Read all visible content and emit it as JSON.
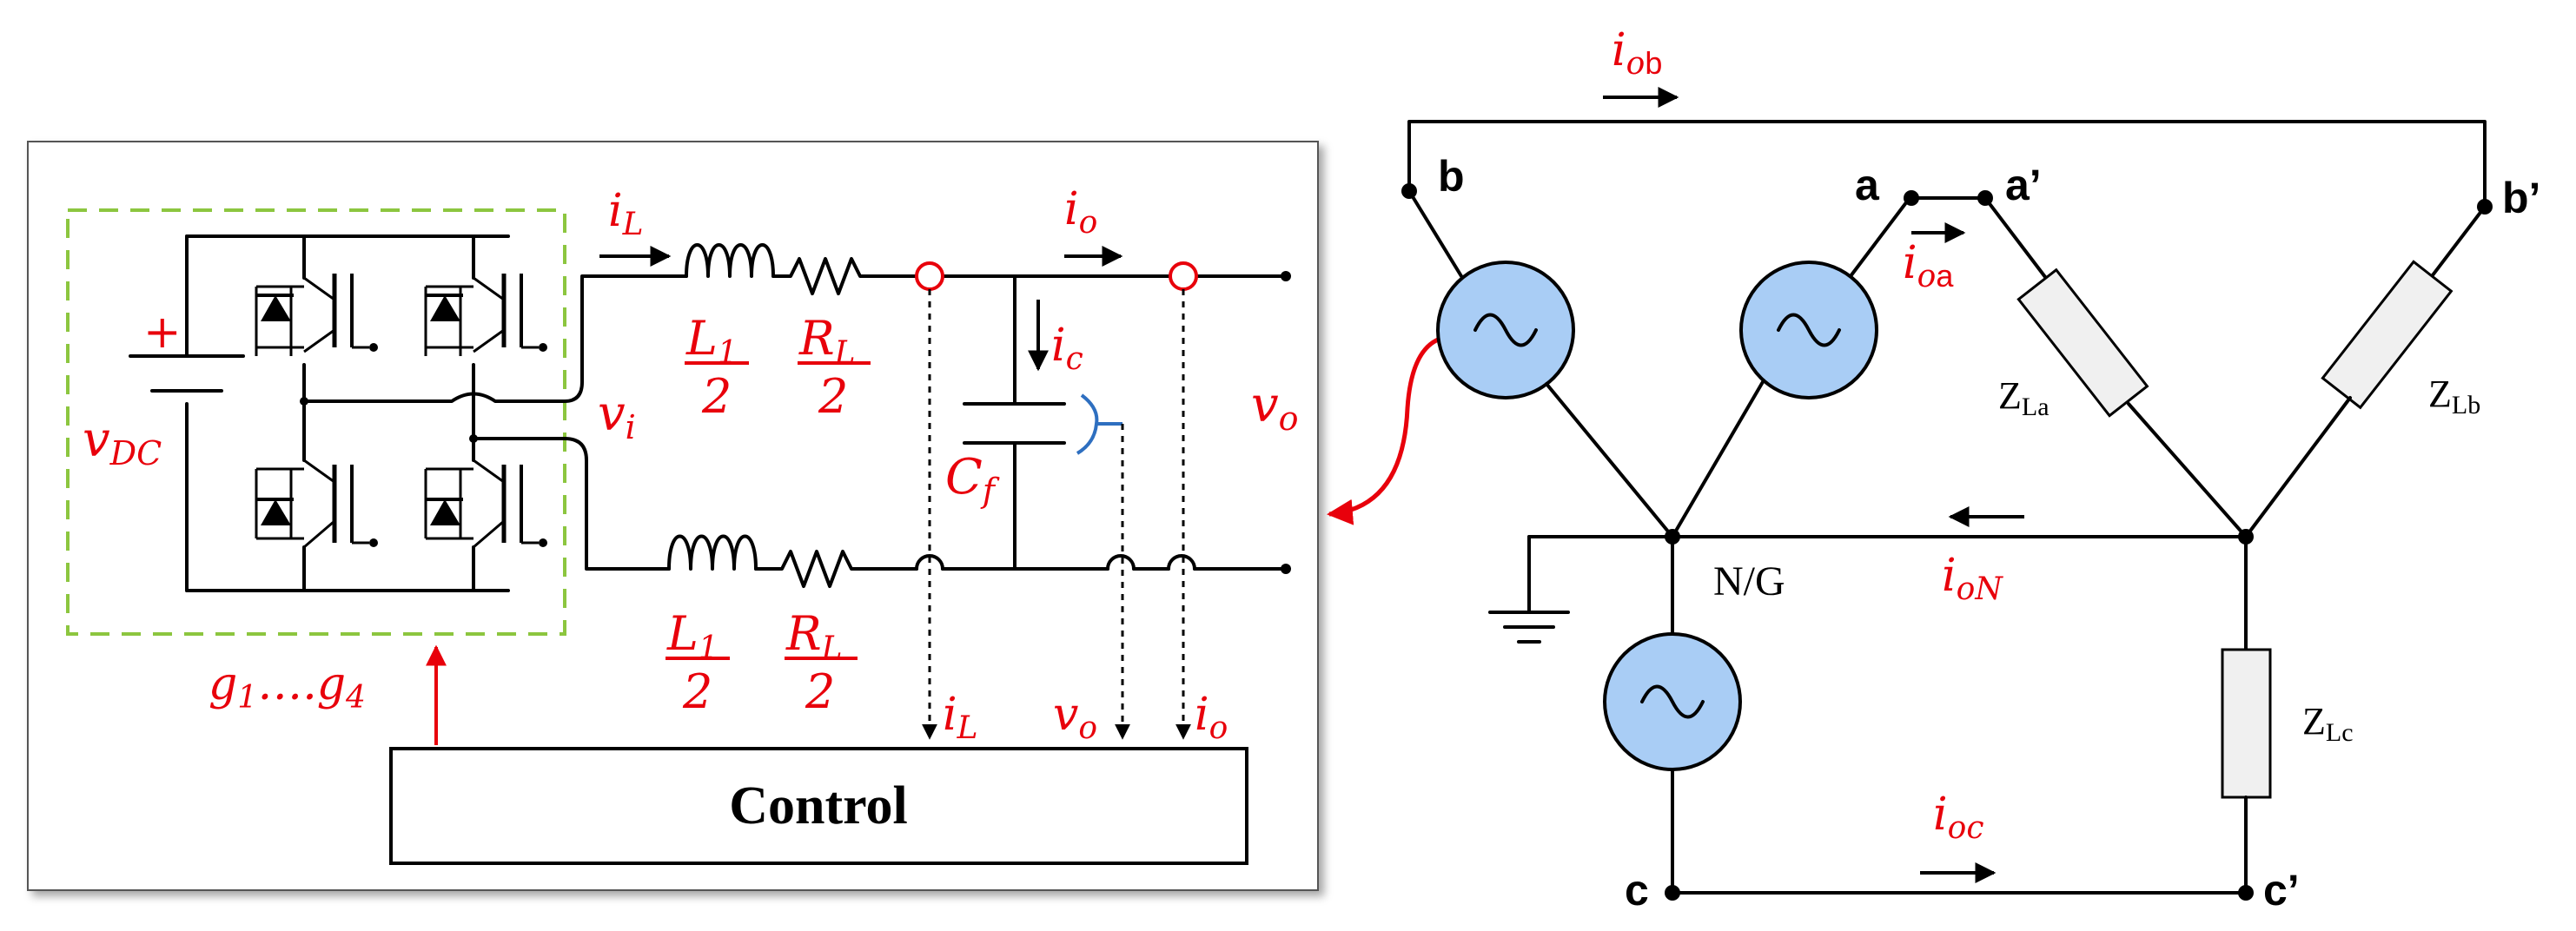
{
  "colors": {
    "wire": "#000000",
    "label_red": "#e8000b",
    "source_fill": "#a9cdf5",
    "impedance_fill": "#f0f0f0",
    "dashed_box": "#8cc63f",
    "bracket": "#2e6fc0"
  },
  "inverter": {
    "vdc_plus": "+",
    "vdc_label": "v",
    "vdc_sub": "DC",
    "vi_label": "v",
    "vi_sub": "i",
    "gates_label": "g",
    "gates_sub1": "1",
    "gates_dots": "….",
    "gates_main2": "g",
    "gates_sub2": "4"
  },
  "filter": {
    "iL_main": "i",
    "iL_sub": "L",
    "io_main": "i",
    "io_sub": "o",
    "ic_main": "i",
    "ic_sub": "c",
    "L1_top": "L",
    "L1_top_sub": "1",
    "L1_bottom": "2",
    "RL_top": "R",
    "RL_top_sub": "L",
    "RL_bottom": "2",
    "L1b_top": "L",
    "L1b_top_sub": "1",
    "L1b_bottom": "2",
    "RLb_top": "R",
    "RLb_top_sub": "L",
    "RLb_bottom": "2",
    "cf_main": "C",
    "cf_sub": "f",
    "vo_main": "v",
    "vo_sub": "o"
  },
  "measurements": {
    "iL_main": "i",
    "iL_sub": "L",
    "vo_main": "v",
    "vo_sub": "o",
    "io_main": "i",
    "io_sub": "o"
  },
  "control": {
    "label": "Control"
  },
  "grid": {
    "node_b": "b",
    "node_a": "a",
    "node_a_prime": "a’",
    "node_b_prime": "b’",
    "node_c": "c",
    "node_c_prime": "c’",
    "neutral": "N/G",
    "iob_main": "i",
    "iob_sub": "o",
    "iob_sub2": "b",
    "ioa_main": "i",
    "ioa_sub": "o",
    "ioa_sub2": "a",
    "ioN_main": "i",
    "ioN_sub": "oN",
    "ioc_main": "i",
    "ioc_sub": "oc",
    "zla_main": "Z",
    "zla_sub": "La",
    "zlb_main": "Z",
    "zlb_sub": "Lb",
    "zlc_main": "Z",
    "zlc_sub": "Lc"
  }
}
